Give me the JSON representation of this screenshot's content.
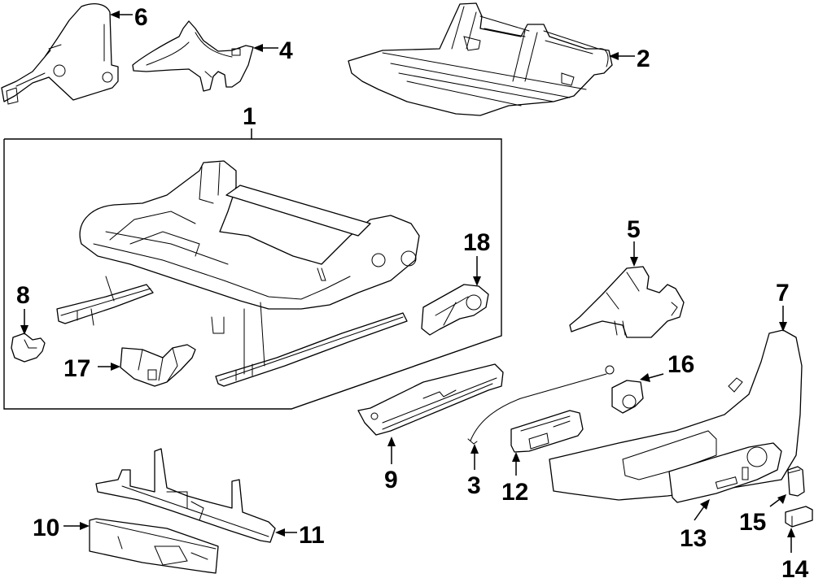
{
  "diagram": {
    "title": "Seat track & components exploded parts diagram",
    "callouts": [
      {
        "id": "1",
        "label": "1",
        "part": "seat-frame-assembly"
      },
      {
        "id": "2",
        "label": "2",
        "part": "cushion-support-pan"
      },
      {
        "id": "3",
        "label": "3",
        "part": "cable"
      },
      {
        "id": "4",
        "label": "4",
        "part": "inner-trim-cover"
      },
      {
        "id": "5",
        "label": "5",
        "part": "side-bracket"
      },
      {
        "id": "6",
        "label": "6",
        "part": "recliner-cover"
      },
      {
        "id": "7",
        "label": "7",
        "part": "outer-side-shield"
      },
      {
        "id": "8",
        "label": "8",
        "part": "track-end-cap"
      },
      {
        "id": "9",
        "label": "9",
        "part": "track-cover"
      },
      {
        "id": "10",
        "label": "10",
        "part": "control-module"
      },
      {
        "id": "11",
        "label": "11",
        "part": "module-bracket"
      },
      {
        "id": "12",
        "label": "12",
        "part": "seat-switch"
      },
      {
        "id": "13",
        "label": "13",
        "part": "switch-bezel"
      },
      {
        "id": "14",
        "label": "14",
        "part": "switch-knob"
      },
      {
        "id": "15",
        "label": "15",
        "part": "switch-knob-vertical"
      },
      {
        "id": "16",
        "label": "16",
        "part": "lumbar-switch"
      },
      {
        "id": "17",
        "label": "17",
        "part": "adjuster-motor"
      },
      {
        "id": "18",
        "label": "18",
        "part": "tilt-motor"
      }
    ]
  }
}
